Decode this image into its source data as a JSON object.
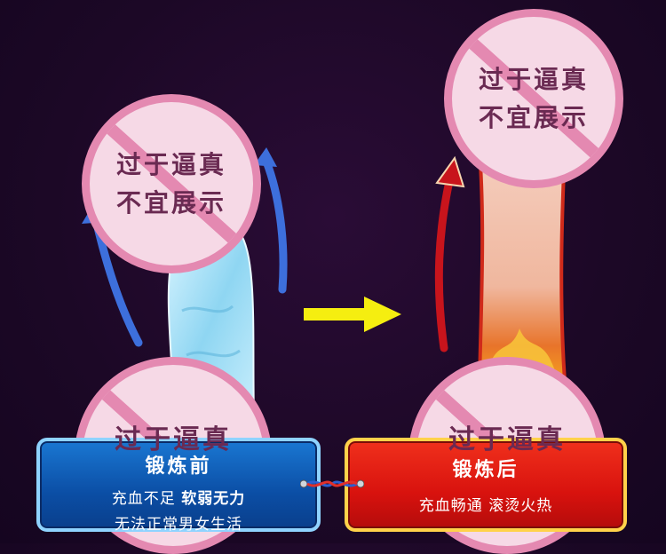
{
  "censor_text": {
    "line1": "过于逼真",
    "line2": "不宜展示",
    "partial": "过于逼真"
  },
  "before_panel": {
    "title": "锻炼前",
    "line1_normal": "充血不足",
    "line1_bold": "软弱无力",
    "line2": "无法正常男女生活"
  },
  "after_panel": {
    "title": "锻炼后",
    "line1": "充血畅通 滚烫火热"
  },
  "colors": {
    "background": "#1c0826",
    "censor_ring": "#e489b1",
    "censor_fill": "#f6d9e6",
    "before_panel": "#0b4ea5",
    "after_panel": "#d8120e",
    "arrow_yellow": "#f5ee10",
    "arrow_blue": "#3d6fdc",
    "arrow_red": "#c8141c"
  },
  "icons": [
    "right-arrow-icon",
    "curved-arrow-icon",
    "censor-icon"
  ]
}
